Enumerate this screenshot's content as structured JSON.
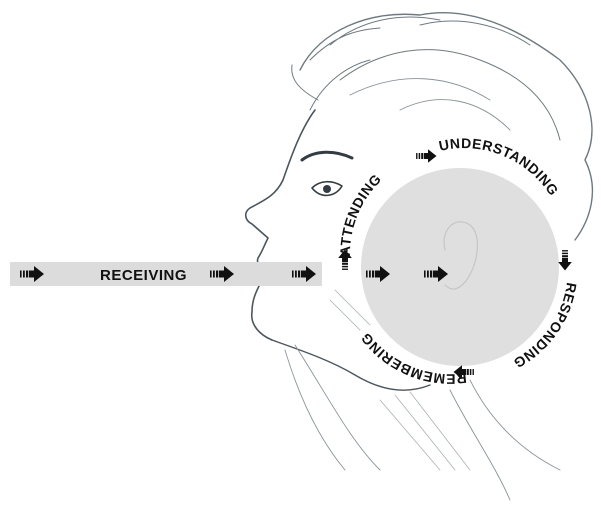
{
  "diagram": {
    "input_label": "RECEIVING",
    "cycle_labels": {
      "attending": "ATTENDING",
      "understanding": "UNDERSTANDING",
      "responding": "RESPONDING",
      "remembering": "REMEMBERING"
    },
    "illustration": "pencil-sketch-of-head-in-profile",
    "arrow_icon": "striped-arrow-right",
    "colors": {
      "band": "#dcdcdc",
      "circle": "#d9d9d9",
      "text": "#111111",
      "arrow": "#111111"
    }
  }
}
